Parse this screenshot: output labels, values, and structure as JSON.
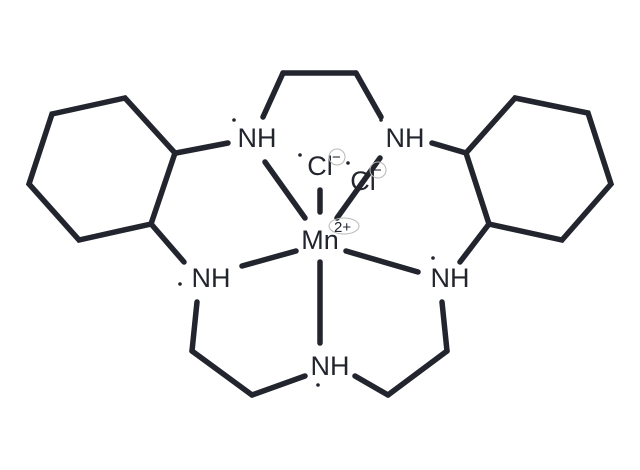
{
  "molecule": {
    "atoms": {
      "nh_top_left": "NH",
      "nh_top_right": "NH",
      "nh_bottom_left": "NH",
      "nh_bottom_right": "NH",
      "nh_bottom_center": "NH",
      "chloride_1": "Cl",
      "chloride_2": "Cl",
      "metal": "Mn"
    },
    "charges": {
      "chloride_1": "−",
      "chloride_2": "−",
      "metal": "2+"
    },
    "colors": {
      "bond": "#22252d",
      "background": "#ffffff"
    }
  }
}
